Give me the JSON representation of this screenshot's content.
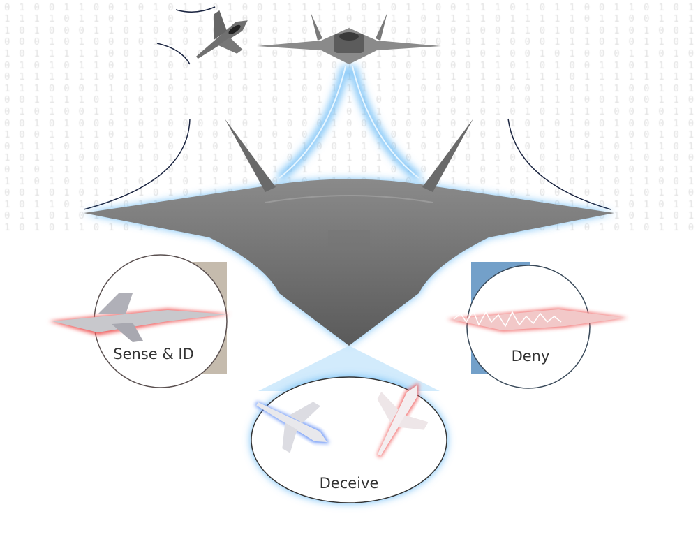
{
  "background_binary": [
    "01001100101011010011111101011001110101100110101",
    "11110110111011010011111011110111101111101100111",
    "10100011010000000001000101010101001101010101001",
    "00010100001101100110110101100010110001110101101",
    "10111110010110010100100101110001010010100011010",
    "01010110111001101011100101001000110101001101101",
    "01111110111111011111111111101111111111011111111",
    "11100011010011100111001111110011100011011100101",
    "00111101101100101101011110011100111011100100110",
    "01010011010111101111111011110101010101111001011",
    "00101000101000010110001000000101001010100100010",
    "10011110110010001001011001001010010101001100101",
    "01110101001011010010100111010101101001101011101",
    "10111001110101101010010101101100110101011010100",
    "01011100111011001010110101010011010101110101011",
    "11010101100101110101011001101011010101011011001",
    "00101011010101101101010110101010110100101010110",
    "10110101011011010110101011010101101010110101011",
    "01101010110101101010101101010110101011010101101",
    "10101101011010101101010110101011010101101010110"
  ],
  "capabilities": [
    {
      "label": "Sense & ID"
    },
    {
      "label": "Deny"
    },
    {
      "label": "Deceive"
    }
  ],
  "colors": {
    "glow_blue": "#5fb6f5",
    "glow_red": "#f06060",
    "sense_panel": "#bfb4a4",
    "deny_panel": "#5b8fc0",
    "aircraft_gray": "#6f6f6f"
  }
}
